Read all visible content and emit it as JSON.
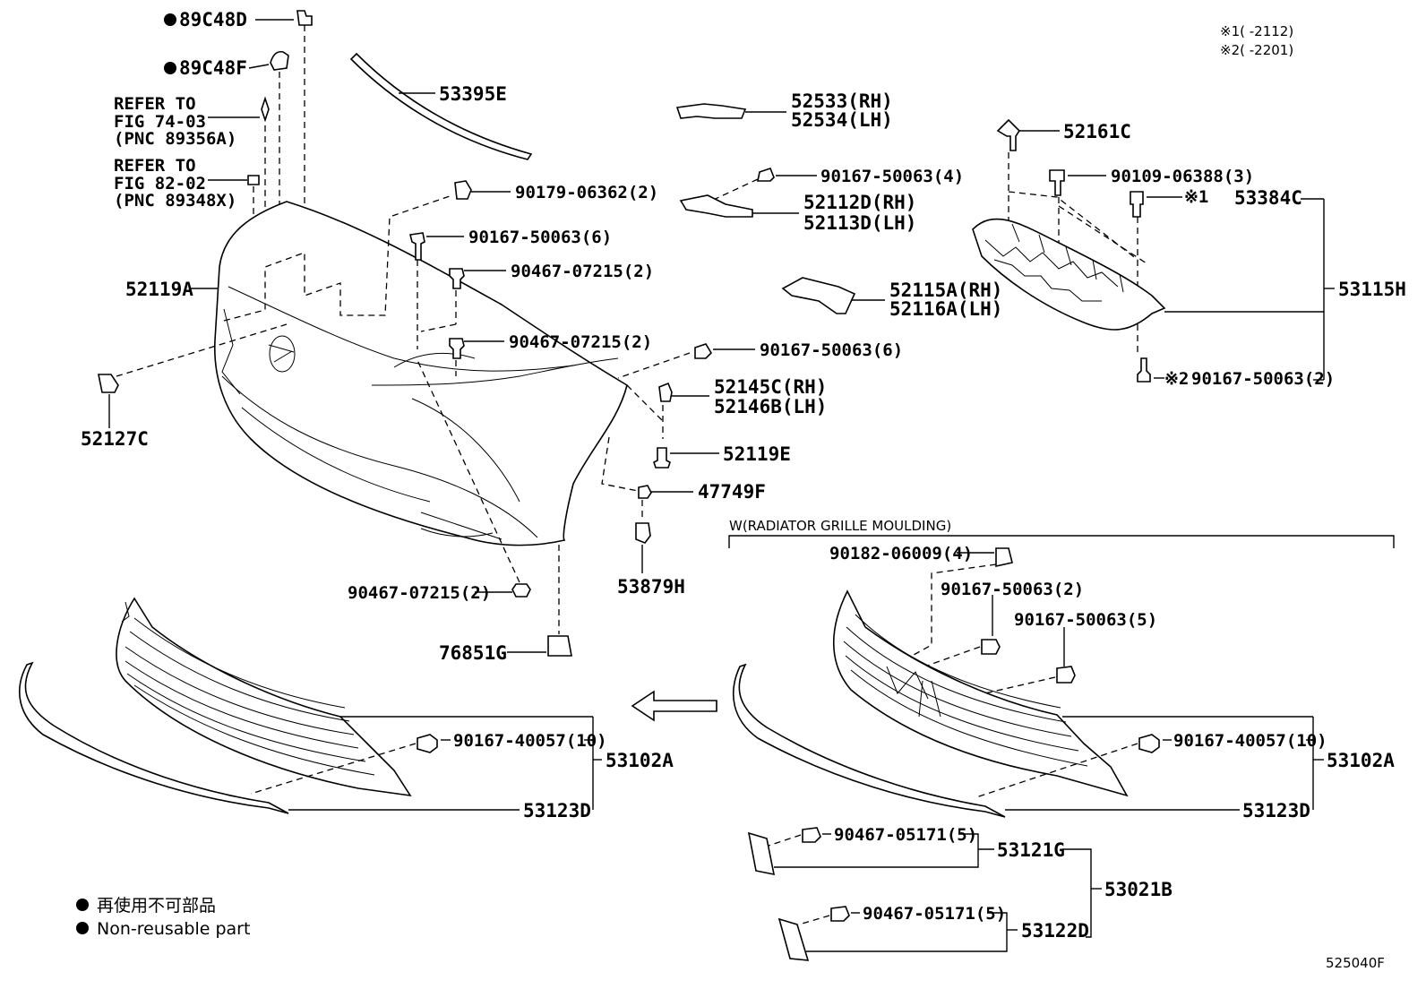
{
  "labels": {
    "p89c48d": "89C48D",
    "p89c48f": "89C48F",
    "refer1_line1": "REFER TO",
    "refer1_line2": "FIG 74-03",
    "refer1_line3": "(PNC 89356A)",
    "refer2_line1": "REFER TO",
    "refer2_line2": "FIG 82-02",
    "refer2_line3": "(PNC 89348X)",
    "p53395e": "53395E",
    "p90179_06362": "90179-06362(2)",
    "p90167_50063_6a": "90167-50063(6)",
    "p90467_07215_a": "90467-07215(2)",
    "p90467_07215_b": "90467-07215(2)",
    "p52119a": "52119A",
    "p52127c": "52127C",
    "p52533": "52533(RH)",
    "p52534": "52534(LH)",
    "p90167_50063_4": "90167-50063(4)",
    "p52112d": "52112D(RH)",
    "p52113d": "52113D(LH)",
    "p52115a": "52115A(RH)",
    "p52116a": "52116A(LH)",
    "p90167_50063_6b": "90167-50063(6)",
    "p52145c": "52145C(RH)",
    "p52146b": "52146B(LH)",
    "p52119e": "52119E",
    "p47749f": "47749F",
    "p53879h": "53879H",
    "p90467_07215_c": "90467-07215(2)",
    "p76851g": "76851G",
    "p52161c": "52161C",
    "p90109_06388": "90109-06388(3)",
    "p53384c": "53384C",
    "p53115h": "53115H",
    "p90167_50063_2a": "90167-50063(2)",
    "p90167_40057_a": "90167-40057(10)",
    "p53102a_a": "53102A",
    "p53123d_a": "53123D",
    "p90182_06009": "90182-06009(4)",
    "p90167_50063_2b": "90167-50063(2)",
    "p90167_50063_5": "90167-50063(5)",
    "p90167_40057_b": "90167-40057(10)",
    "p53102a_b": "53102A",
    "p53123d_b": "53123D",
    "p90467_05171_a": "90467-05171(5)",
    "p53121g": "53121G",
    "p53021b": "53021B",
    "p90467_05171_b": "90467-05171(5)",
    "p53122d": "53122D",
    "ref1_mark": "※1",
    "ref2_mark": "※2",
    "wrgm": "W(RADIATOR GRILLE MOULDING)",
    "note1_range": "※1(     -2112)",
    "note2_range": "※2(     -2201)",
    "legend_jp": "再使用不可部品",
    "legend_en": "Non-reusable part",
    "figure_id": "525040F"
  }
}
